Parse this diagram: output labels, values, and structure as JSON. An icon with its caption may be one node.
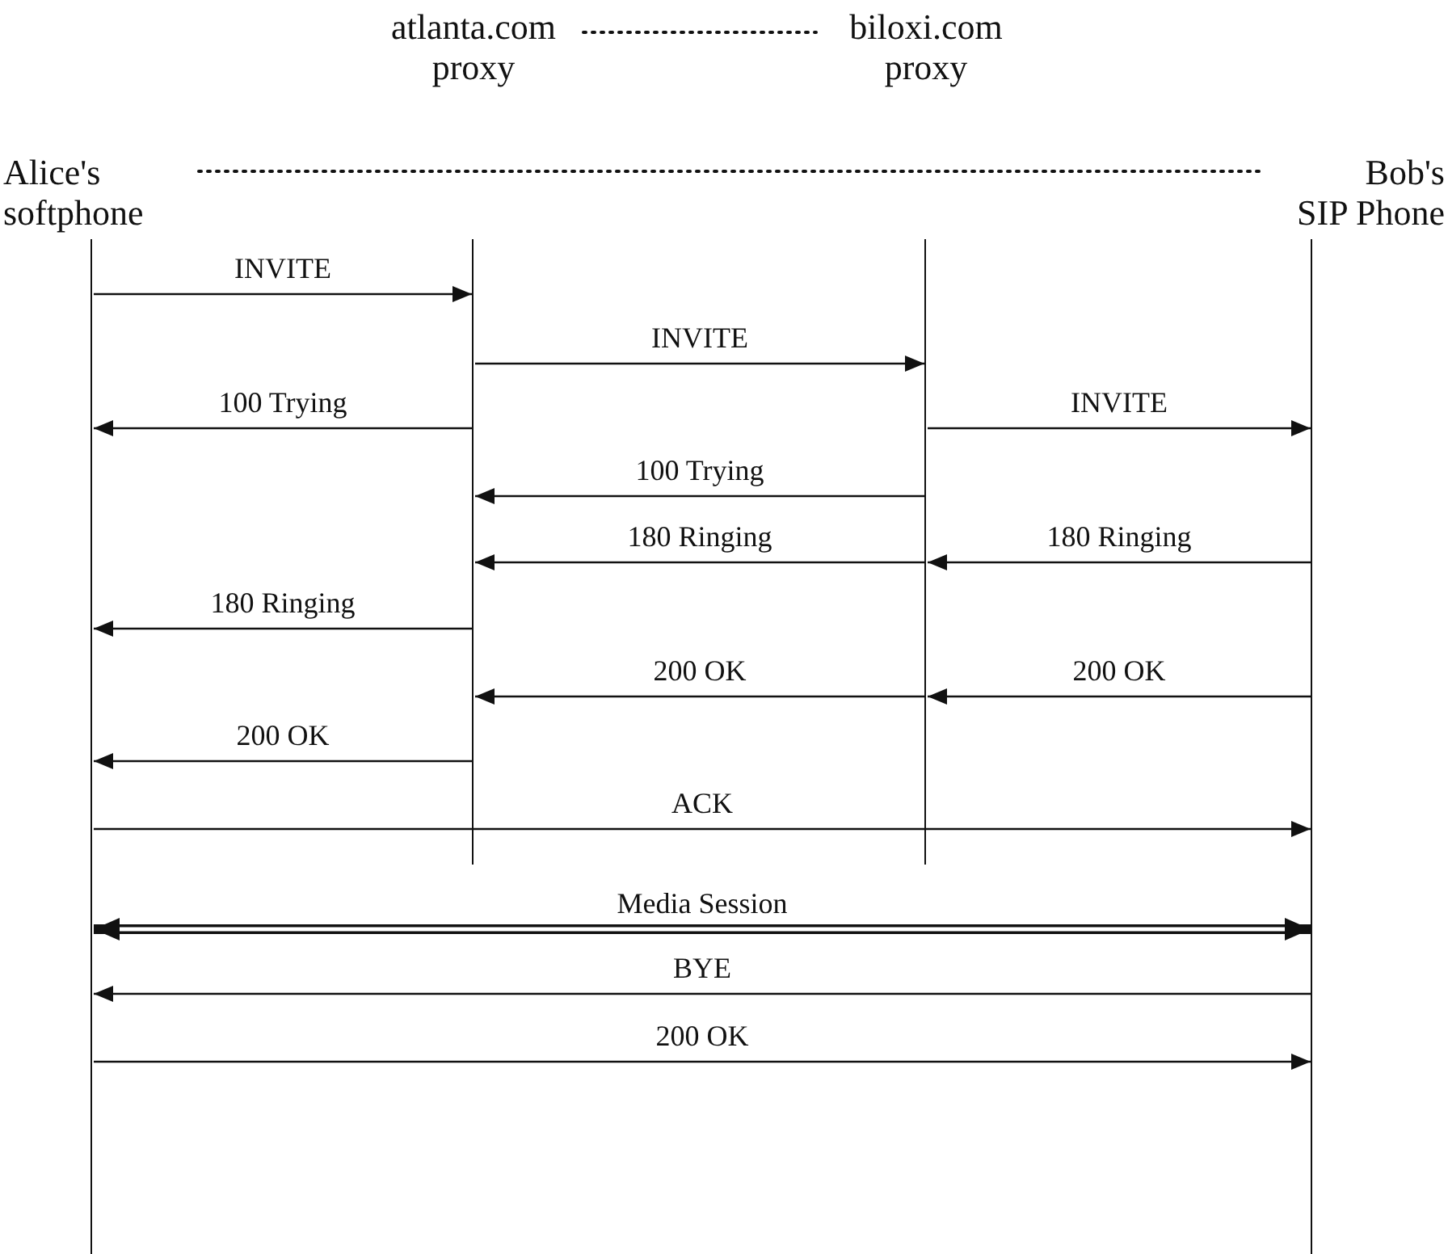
{
  "diagram": {
    "nodes": [
      {
        "text": [
          "atlanta.com proxy"
        ]
      },
      {
        "text": [
          "biloxi.com proxy"
        ]
      },
      {
        "text": [
          "Alice's softphone"
        ]
      },
      {
        "text": [
          "Bob's SIP Phone"
        ]
      }
    ],
    "edges": [
      {
        "from": 0,
        "to": 1,
        "arrow": "none",
        "style": "dashed"
      },
      {
        "from": 2,
        "to": 3,
        "arrow": "none",
        "style": "dashed"
      },
      {
        "from": 2,
        "to": 0,
        "arrow": "to",
        "label": "INVITE"
      },
      {
        "from": 0,
        "to": 1,
        "arrow": "to",
        "label": "INVITE"
      },
      {
        "from": 0,
        "to": 2,
        "arrow": "to",
        "label": "100 Trying"
      },
      {
        "from": 1,
        "to": 3,
        "arrow": "to",
        "label": "INVITE"
      },
      {
        "from": 1,
        "to": 0,
        "arrow": "to",
        "label": "100 Trying"
      },
      {
        "from": 3,
        "to": 1,
        "arrow": "to",
        "label": "180 Ringing"
      },
      {
        "from": 1,
        "to": 0,
        "arrow": "to",
        "label": "180 Ringing"
      },
      {
        "from": 0,
        "to": 2,
        "arrow": "to",
        "label": "180 Ringing"
      },
      {
        "from": 3,
        "to": 1,
        "arrow": "to",
        "label": "200 OK"
      },
      {
        "from": 1,
        "to": 0,
        "arrow": "to",
        "label": "200 OK"
      },
      {
        "from": 0,
        "to": 2,
        "arrow": "to",
        "label": "200 OK"
      },
      {
        "from": 2,
        "to": 3,
        "arrow": "to",
        "label": "ACK"
      },
      {
        "from": 2,
        "to": 3,
        "arrow": "both",
        "label": "Media Session",
        "style": "thick"
      },
      {
        "from": 3,
        "to": 2,
        "arrow": "to",
        "label": "BYE"
      },
      {
        "from": 2,
        "to": 3,
        "arrow": "to",
        "label": "200 OK"
      }
    ]
  }
}
